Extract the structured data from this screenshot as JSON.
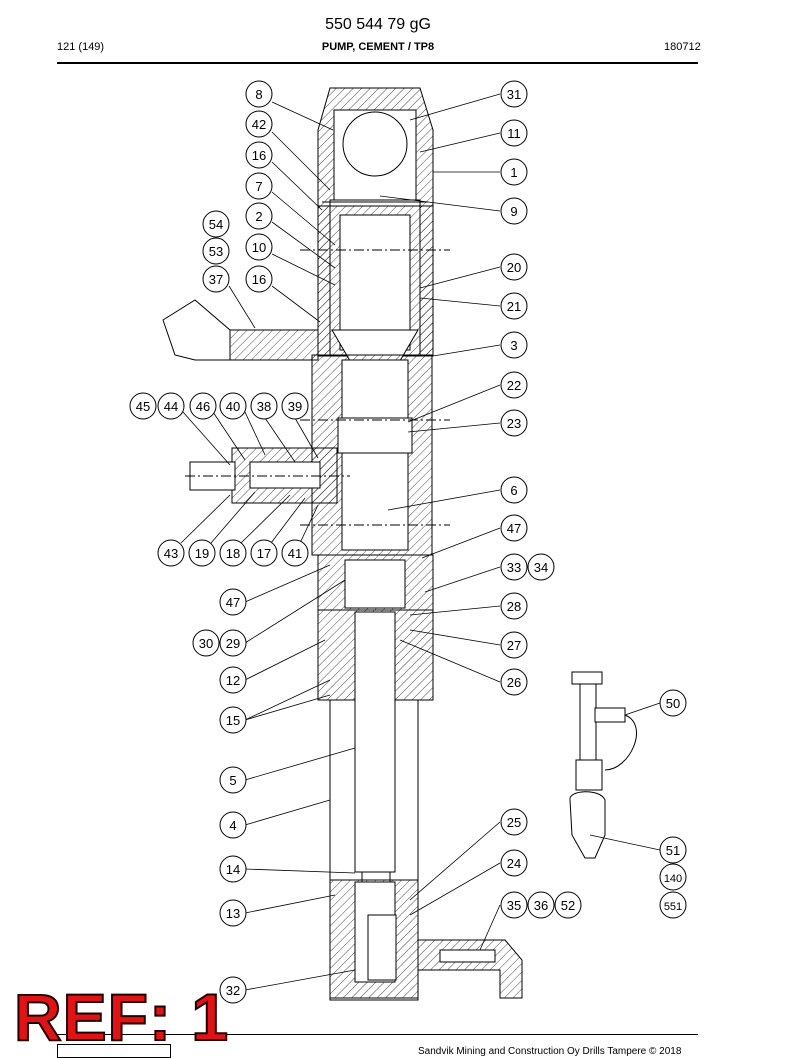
{
  "header": {
    "doc_number": "550 544 79 gG",
    "page": "121 (149)",
    "title": "PUMP, CEMENT / TP8",
    "date": "180712"
  },
  "ref_stamp": "REF: 1",
  "footer": {
    "copyright": "Sandvik Mining and Construction Oy Drills Tampere © 2018"
  },
  "callouts": [
    "8",
    "42",
    "16",
    "7",
    "54",
    "2",
    "53",
    "10",
    "37",
    "16",
    "45",
    "44",
    "46",
    "40",
    "38",
    "39",
    "43",
    "19",
    "18",
    "17",
    "41",
    "47",
    "30",
    "29",
    "12",
    "15",
    "5",
    "4",
    "14",
    "13",
    "32",
    "31",
    "11",
    "1",
    "9",
    "20",
    "21",
    "3",
    "22",
    "23",
    "6",
    "47",
    "33",
    "34",
    "28",
    "27",
    "26",
    "50",
    "25",
    "24",
    "35",
    "36",
    "52",
    "51",
    "140",
    "551"
  ]
}
